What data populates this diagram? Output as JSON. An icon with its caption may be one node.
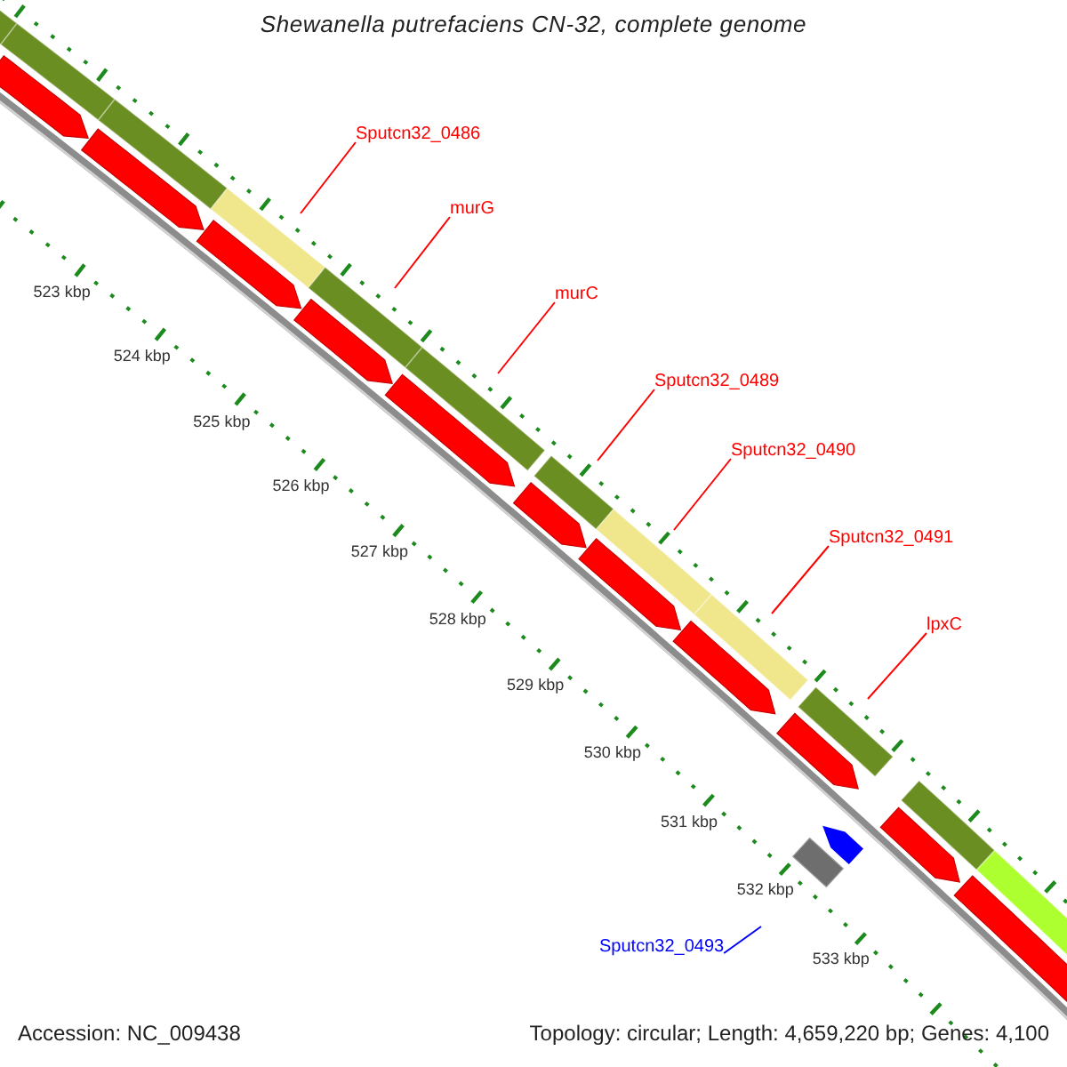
{
  "diagram": {
    "title": "Shewanella putrefaciens CN-32, complete genome",
    "nodes": [
      {
        "text": [
          "Sputcn32_0486"
        ]
      },
      {
        "text": [
          "murG"
        ]
      },
      {
        "text": [
          "murC"
        ]
      },
      {
        "text": [
          "Sputcn32_0489"
        ]
      },
      {
        "text": [
          "Sputcn32_0490"
        ]
      },
      {
        "text": [
          "Sputcn32_0491"
        ]
      },
      {
        "text": [
          "lpxC"
        ]
      },
      {
        "text": [
          "Sputcn32_0493"
        ]
      }
    ],
    "edges": [
      {
        "from": 0,
        "to": null,
        "arrow": "none"
      },
      {
        "from": 1,
        "to": null,
        "arrow": "none"
      },
      {
        "from": 2,
        "to": null,
        "arrow": "none"
      },
      {
        "from": 3,
        "to": null,
        "arrow": "none"
      },
      {
        "from": 4,
        "to": null,
        "arrow": "none"
      },
      {
        "from": 5,
        "to": null,
        "arrow": "none"
      },
      {
        "from": 6,
        "to": null,
        "arrow": "none"
      },
      {
        "from": 7,
        "to": null,
        "arrow": "none",
        "color": "#0000ff"
      }
    ],
    "labels": [
      "523 kbp",
      "524 kbp",
      "525 kbp",
      "526 kbp",
      "527 kbp",
      "528 kbp",
      "529 kbp",
      "530 kbp",
      "531 kbp",
      "532 kbp",
      "533 kbp",
      "Accession: NC_009438",
      "Topology: circular; Length: 4,659,220 bp; Genes: 4,100"
    ]
  }
}
